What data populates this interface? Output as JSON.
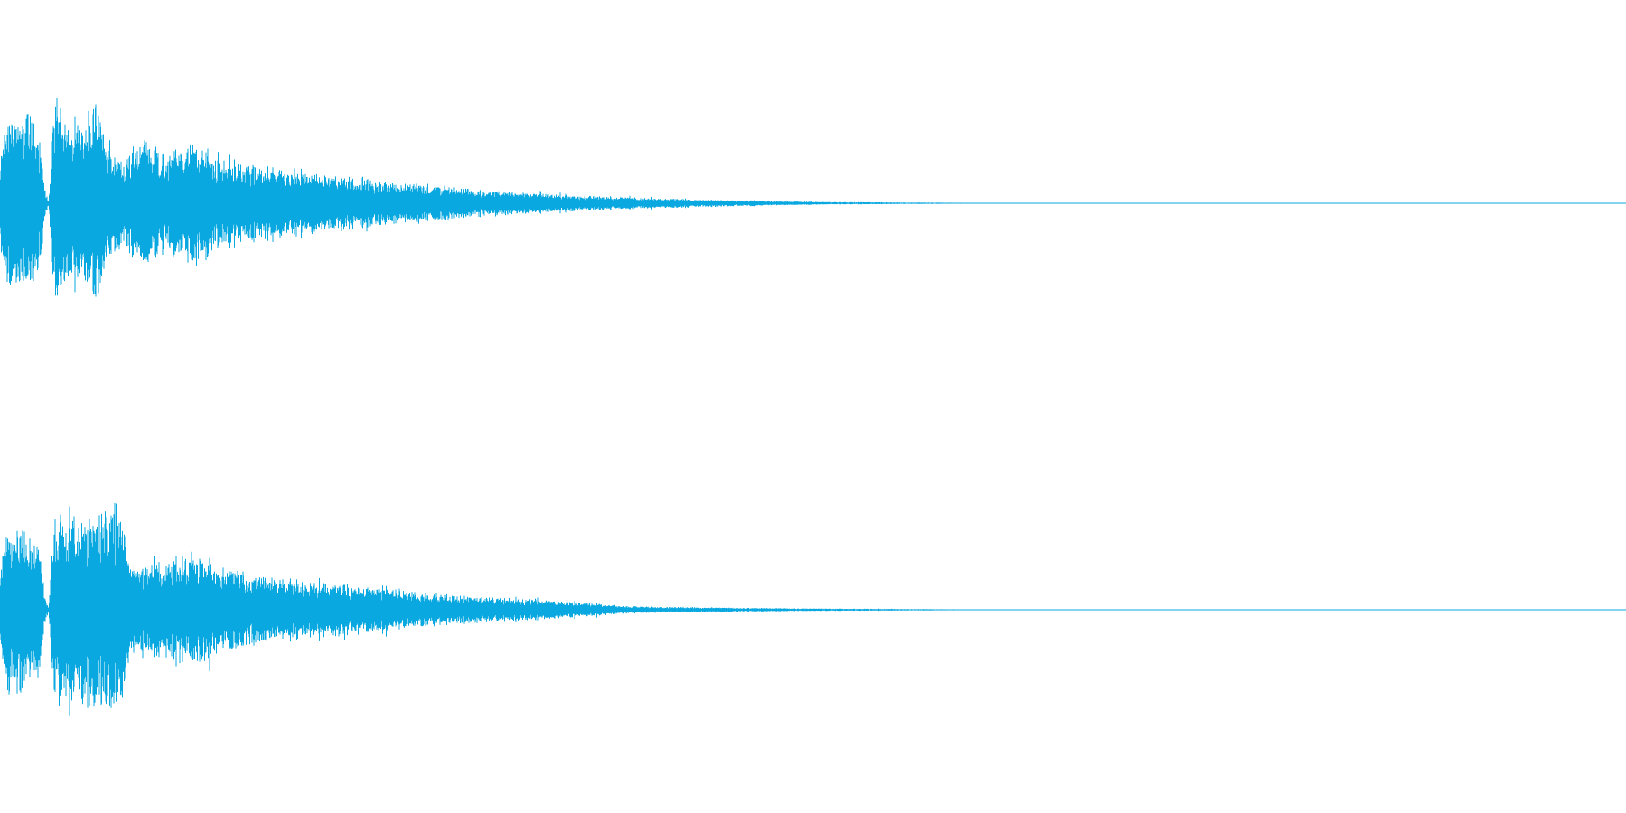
{
  "chart_data": {
    "type": "area",
    "title": "",
    "xlabel": "",
    "ylabel": "",
    "grid": false,
    "legend": "none",
    "color": "#0aa8e0",
    "ylim": [
      -1,
      1
    ],
    "xlim": [
      0,
      1
    ],
    "channels": [
      {
        "x": [
          0,
          0.005,
          0.02,
          0.025,
          0.028,
          0.03,
          0.033,
          0.036,
          0.04,
          0.05,
          0.06,
          0.065,
          0.07,
          0.08,
          0.09,
          0.1,
          0.12,
          0.14,
          0.16,
          0.2,
          0.25,
          0.3,
          0.35,
          0.4,
          0.45,
          0.5,
          0.55,
          0.6,
          0.65,
          0.7,
          1.0
        ],
        "amplitude": [
          0.45,
          0.9,
          0.85,
          0.55,
          0.1,
          0.02,
          0.97,
          0.92,
          0.88,
          0.85,
          0.95,
          0.6,
          0.48,
          0.5,
          0.6,
          0.48,
          0.6,
          0.4,
          0.36,
          0.28,
          0.2,
          0.12,
          0.08,
          0.05,
          0.03,
          0.015,
          0.008,
          0.004,
          0.002,
          0.0,
          0.0
        ]
      },
      {
        "x": [
          0,
          0.005,
          0.02,
          0.025,
          0.028,
          0.03,
          0.033,
          0.036,
          0.04,
          0.05,
          0.06,
          0.07,
          0.075,
          0.08,
          0.09,
          0.1,
          0.12,
          0.14,
          0.16,
          0.2,
          0.25,
          0.3,
          0.35,
          0.38,
          0.4,
          0.45,
          0.5,
          0.55,
          0.6,
          0.65,
          0.7,
          1.0
        ],
        "amplitude": [
          0.5,
          0.85,
          0.82,
          0.55,
          0.1,
          0.02,
          0.92,
          0.9,
          0.85,
          0.88,
          0.95,
          1.0,
          0.95,
          0.4,
          0.42,
          0.45,
          0.55,
          0.4,
          0.32,
          0.26,
          0.18,
          0.12,
          0.08,
          0.04,
          0.03,
          0.02,
          0.012,
          0.008,
          0.004,
          0.002,
          0.0,
          0.0
        ]
      }
    ]
  }
}
